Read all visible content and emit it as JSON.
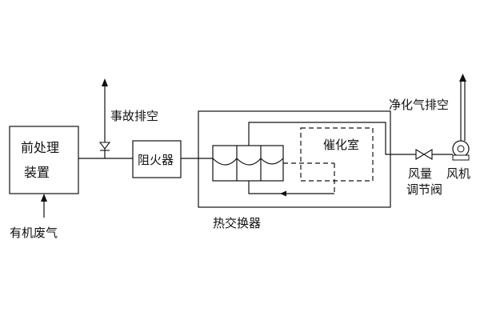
{
  "labels": {
    "pretreatment_line1": "前处理",
    "pretreatment_line2": "装置",
    "organic_waste_gas": "有机废气",
    "emergency_vent": "事故排空",
    "flame_arrester": "阻火器",
    "heat_exchanger": "热交换器",
    "catalytic_chamber": "催化室",
    "clean_gas_vent": "净化气排空",
    "damper_line1": "风量",
    "damper_line2": "调节阀",
    "fan": "风机"
  },
  "colors": {
    "line": "#111111",
    "background": "#ffffff"
  }
}
